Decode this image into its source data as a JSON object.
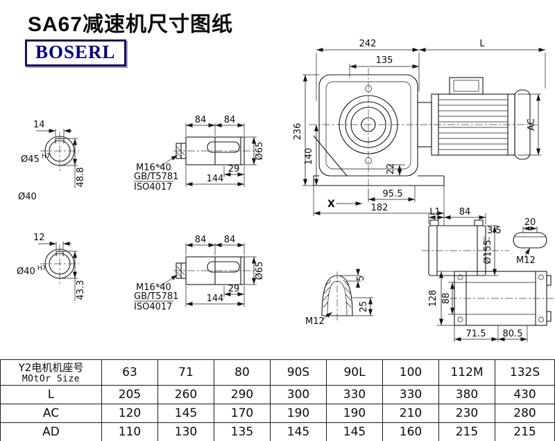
{
  "title": "SA67减速机尺寸图纸",
  "logo": "BOSERL",
  "views": {
    "shaft_end_top": {
      "keyway_width": "14",
      "bore": "Ø45",
      "bore_tol": "H7",
      "key_height": "48.8",
      "outer_dia": "Ø40"
    },
    "shaft_end_bottom": {
      "keyway_width": "12",
      "bore": "Ø40",
      "bore_tol": "H7",
      "key_height": "43.3"
    },
    "shaft_top": {
      "seg_a": "84",
      "seg_b": "84",
      "key_length": "29",
      "total_length": "144",
      "dia": "Ø65",
      "bolt": "M16*40",
      "standard_gb": "GB/T5781",
      "standard_iso": "ISO4017"
    },
    "shaft_bottom": {
      "seg_a": "84",
      "seg_b": "84",
      "key_length": "29",
      "total_length": "144",
      "dia": "Ø65",
      "bolt": "M16*40",
      "standard_gb": "GB/T5781",
      "standard_iso": "ISO4017"
    },
    "main": {
      "housing_width": "242",
      "motor_length": "L",
      "flange_width": "135",
      "total_height": "236",
      "center_height": "140",
      "foot_height": "22",
      "motor_dia": "AC",
      "base_center": "95.5",
      "base_width": "182",
      "datum": "X"
    },
    "side": {
      "l1": "L1",
      "width": "84",
      "plate": "3.5",
      "key_width": "20",
      "flange_dia": "Ø155",
      "thread": "M12"
    },
    "plug": {
      "tip": "5",
      "depth": "25",
      "thread": "M12"
    },
    "bottom": {
      "height": "128",
      "inner_height": "88",
      "hole_a": "71.5",
      "hole_b": "80.5"
    }
  },
  "table": {
    "header": {
      "line1": "Y2电机机座号",
      "line2": "MOtOr Size"
    },
    "columns": [
      "63",
      "71",
      "80",
      "90S",
      "90L",
      "100",
      "112M",
      "132S"
    ],
    "rows": [
      {
        "label": "L",
        "values": [
          "205",
          "260",
          "290",
          "300",
          "330",
          "330",
          "380",
          "430"
        ]
      },
      {
        "label": "AC",
        "values": [
          "120",
          "145",
          "170",
          "190",
          "190",
          "210",
          "230",
          "280"
        ]
      },
      {
        "label": "AD",
        "values": [
          "110",
          "130",
          "135",
          "145",
          "145",
          "160",
          "215",
          "215"
        ]
      }
    ]
  }
}
